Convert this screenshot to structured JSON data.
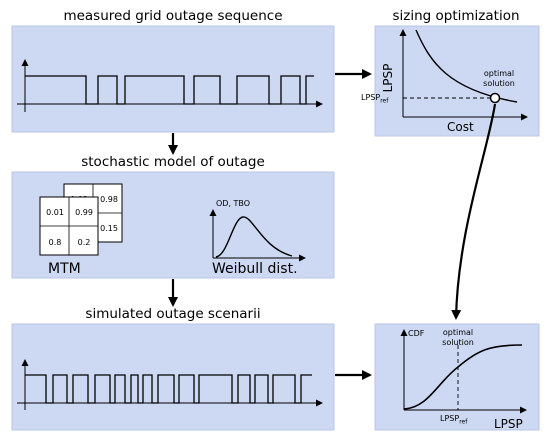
{
  "colors": {
    "panel_fill": "#cdd9f3",
    "panel_stroke": "#b8c6e6",
    "line": "#000000"
  },
  "panels": {
    "measured": {
      "title": "measured grid outage sequence"
    },
    "stochastic": {
      "title": "stochastic model of outage",
      "mtm_label": "MTM",
      "front_matrix": [
        "0.01",
        "0.99",
        "0.8",
        "0.2"
      ],
      "back_matrix": [
        "0.02",
        "0.98",
        "0.15"
      ],
      "weibull_axis_label": "OD, TBO",
      "weibull_label": "Weibull dist."
    },
    "simulated": {
      "title": "simulated outage scenarii"
    },
    "sizing": {
      "title": "sizing optimization",
      "y_label": "LPSP",
      "x_label": "Cost",
      "ref_label": "LPSP",
      "ref_sub": "ref",
      "optimal_line1": "optimal",
      "optimal_line2": "solution"
    },
    "cdf": {
      "y_label": "CDF",
      "x_label": "LPSP",
      "optimal_line1": "optimal",
      "optimal_line2": "solution",
      "ref_label": "LPSP",
      "ref_sub": "ref"
    }
  }
}
